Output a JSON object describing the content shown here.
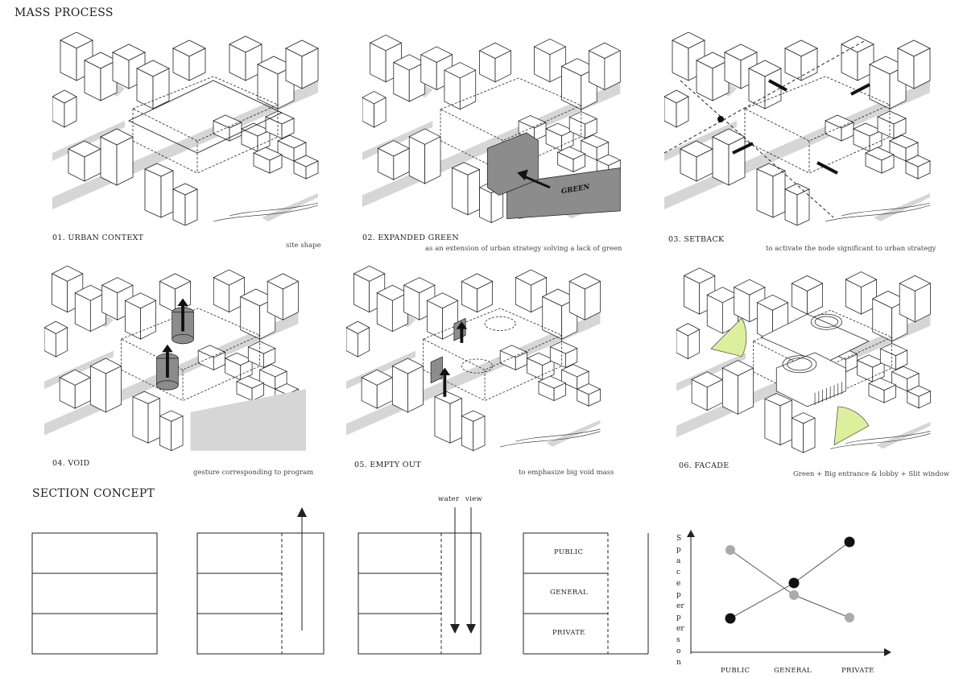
{
  "mass_process": {
    "title": "MASS PROCESS",
    "steps": [
      {
        "label": "01. URBAN CONTEXT",
        "caption": "site shape"
      },
      {
        "label": "02. EXPANDED GREEN",
        "caption": "as an extension of urban strategy solving a lack of green",
        "tag": "GREEN"
      },
      {
        "label": "03. SETBACK",
        "caption": "to activate the node significant to urban strategy"
      },
      {
        "label": "04. VOID",
        "caption": "gesture corresponding to program"
      },
      {
        "label": "05. EMPTY OUT",
        "caption": "to emphasize big void mass"
      },
      {
        "label": "06. FACADE",
        "caption": "Green + Big entrance & lobby + Slit window"
      }
    ]
  },
  "section_concept": {
    "title": "SECTION CONCEPT",
    "flow_labels": {
      "water": "water",
      "view": "view"
    },
    "zones": [
      "PUBLIC",
      "GENERAL",
      "PRIVATE"
    ],
    "graph": {
      "y_label": "Space per person",
      "x_labels": [
        "PUBLIC",
        "GENERAL",
        "PRIVATE"
      ]
    }
  },
  "colors": {
    "ink": "#222222",
    "road": "#d6d6d6",
    "dark_mass": "#8c8c8c",
    "green_light": "#dcef9c",
    "grey_dot": "#aaaaaa"
  }
}
